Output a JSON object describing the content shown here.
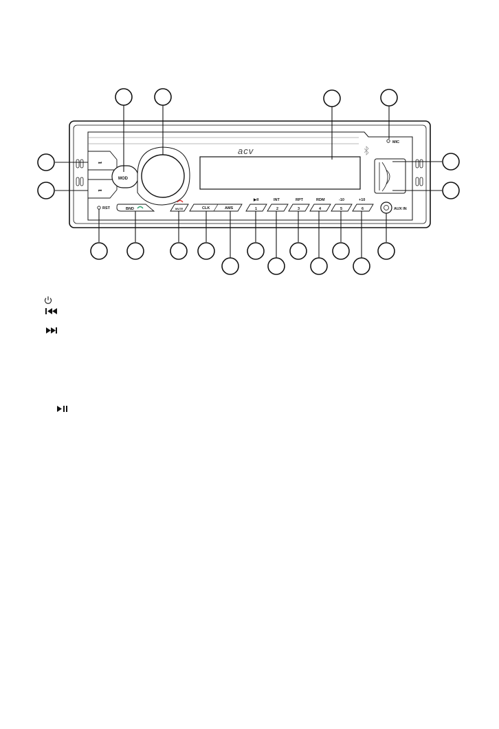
{
  "panel": {
    "brand": "acv",
    "mic_label": "MIC",
    "mode_label": "MOD",
    "next_label": "⏭",
    "prev_label": "⏮",
    "reset_label": "RST",
    "band_label": "BND",
    "mute_label": "MUTE",
    "clock_label": "CLK",
    "ams_label": "AMS",
    "aux_label": "AUX IN",
    "presets": [
      {
        "number": "1",
        "function": "▶II"
      },
      {
        "number": "2",
        "function": "INT"
      },
      {
        "number": "3",
        "function": "RPT"
      },
      {
        "number": "4",
        "function": "RDM"
      },
      {
        "number": "5",
        "function": "-10"
      },
      {
        "number": "6",
        "function": "+10"
      }
    ]
  },
  "legend_icons": [
    "power-icon",
    "previous-track-icon",
    "next-track-icon",
    "play-pause-icon"
  ]
}
